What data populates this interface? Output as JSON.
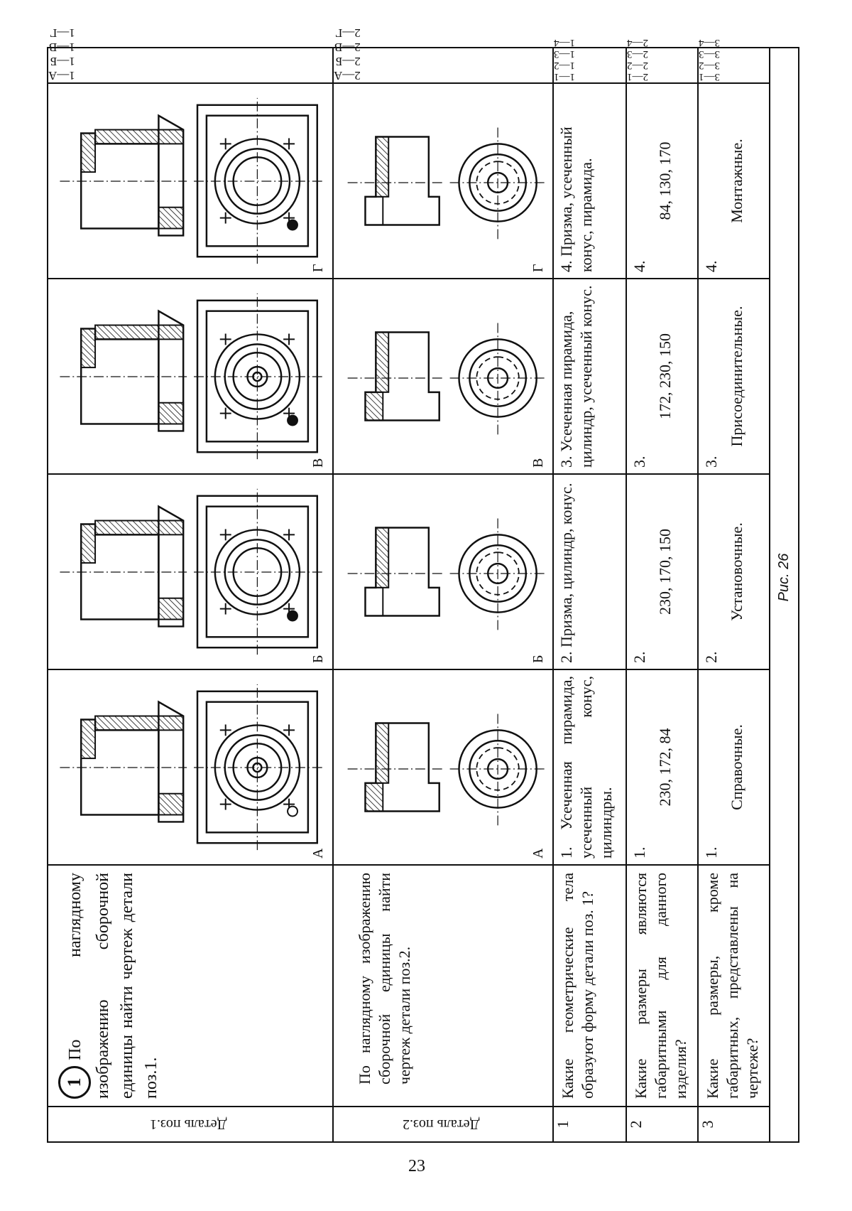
{
  "page_number": "23",
  "caption": "Рис. 26",
  "task_number": "1",
  "rows": {
    "detail1": {
      "side_label": "Деталь поз.1",
      "question": "По наглядному изображению сборочной единицы найти чертеж детали поз.1.",
      "options": [
        "А",
        "Б",
        "В",
        "Г"
      ],
      "codes": [
        "1—А",
        "1—Б",
        "1—В",
        "1—Г"
      ]
    },
    "detail2": {
      "side_label": "Деталь поз.2",
      "question": "По наглядному изображению сборочной единицы найти чертеж детали поз.2.",
      "options": [
        "А",
        "Б",
        "В",
        "Г"
      ],
      "codes": [
        "2—А",
        "2—Б",
        "2—В",
        "2—Г"
      ]
    },
    "q1": {
      "num": "1",
      "question": "Какие геометрические тела образуют форму детали поз. 1?",
      "answers": [
        "1. Усеченная пирамида, усеченный конус, цилиндры.",
        "2. Призма, цилиндр, конус.",
        "3. Усеченная пирамида, цилиндр, усеченный конус.",
        "4. Призма, усеченный конус, пирамида."
      ],
      "codes": [
        "1—1",
        "1—2",
        "1—3",
        "1—4"
      ]
    },
    "q2": {
      "num": "2",
      "question": "Какие размеры являются габаритными для данного изделия?",
      "answers_num": [
        "1.",
        "2.",
        "3.",
        "4."
      ],
      "answers": [
        "230, 172, 84",
        "230, 170, 150",
        "172, 230, 150",
        "84, 130, 170"
      ],
      "codes": [
        "2—1",
        "2—2",
        "2—3",
        "2—4"
      ]
    },
    "q3": {
      "num": "3",
      "question": "Какие размеры, кроме габаритных, представлены на чертеже?",
      "answers_num": [
        "1.",
        "2.",
        "3.",
        "4."
      ],
      "answers": [
        "Справочные.",
        "Установочные.",
        "Присоединительные.",
        "Монтажные."
      ],
      "codes": [
        "3—1",
        "3—2",
        "3—3",
        "3—4"
      ]
    }
  }
}
